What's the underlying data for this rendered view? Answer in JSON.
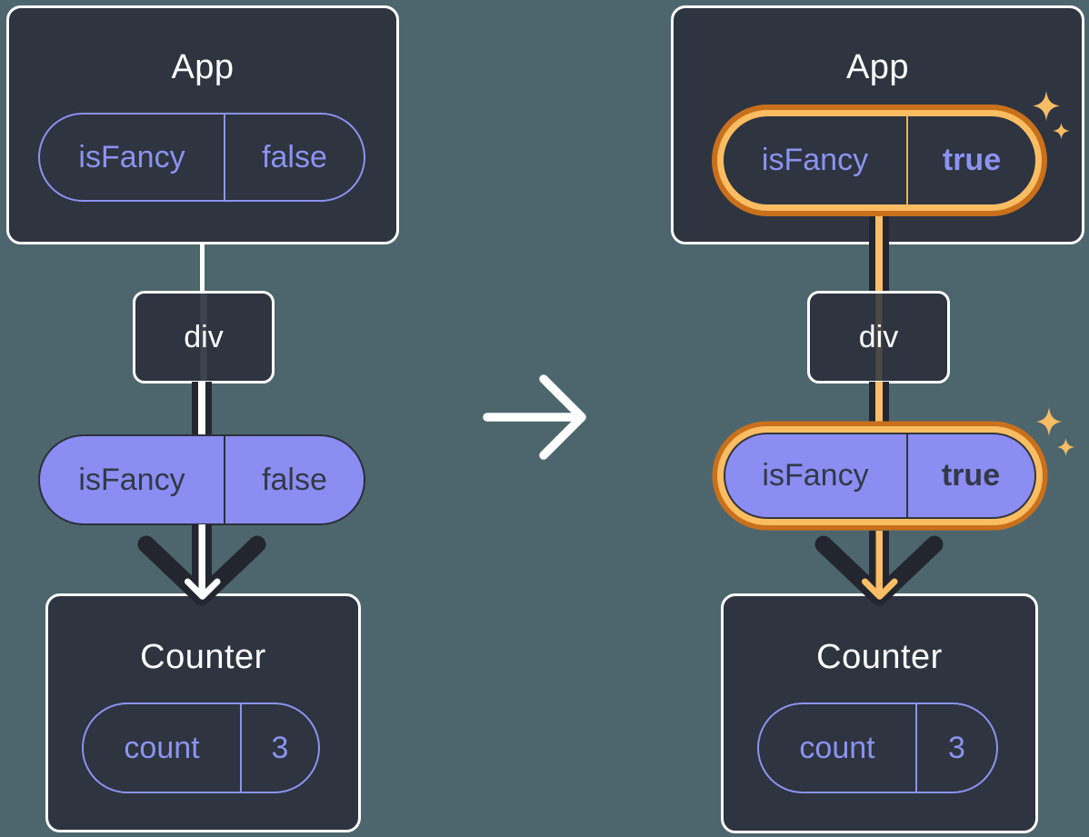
{
  "diagram_left": {
    "app": {
      "title": "App",
      "prop": {
        "name": "isFancy",
        "value": "false"
      }
    },
    "div": {
      "label": "div"
    },
    "passed_prop": {
      "name": "isFancy",
      "value": "false"
    },
    "counter": {
      "title": "Counter",
      "state": {
        "name": "count",
        "value": "3"
      }
    }
  },
  "diagram_right": {
    "app": {
      "title": "App",
      "prop": {
        "name": "isFancy",
        "value": "true"
      }
    },
    "div": {
      "label": "div"
    },
    "passed_prop": {
      "name": "isFancy",
      "value": "true"
    },
    "counter": {
      "title": "Counter",
      "state": {
        "name": "count",
        "value": "3"
      }
    }
  },
  "icons": {
    "transition_arrow": "right-arrow",
    "prop_flow_arrow": "down-arrow",
    "sparkle": "four-point-sparkle"
  },
  "colors": {
    "background": "#4D666D",
    "box_fill": "#2E3440",
    "box_border": "#FFFFFF",
    "purple": "#8B93F0",
    "purple_fill": "#8B8DF2",
    "dark_line": "#23262F",
    "text_dark": "#333947",
    "highlight_orange_dark": "#C9701C",
    "highlight_orange_light": "#FABD62",
    "white": "#FFFFFF"
  }
}
